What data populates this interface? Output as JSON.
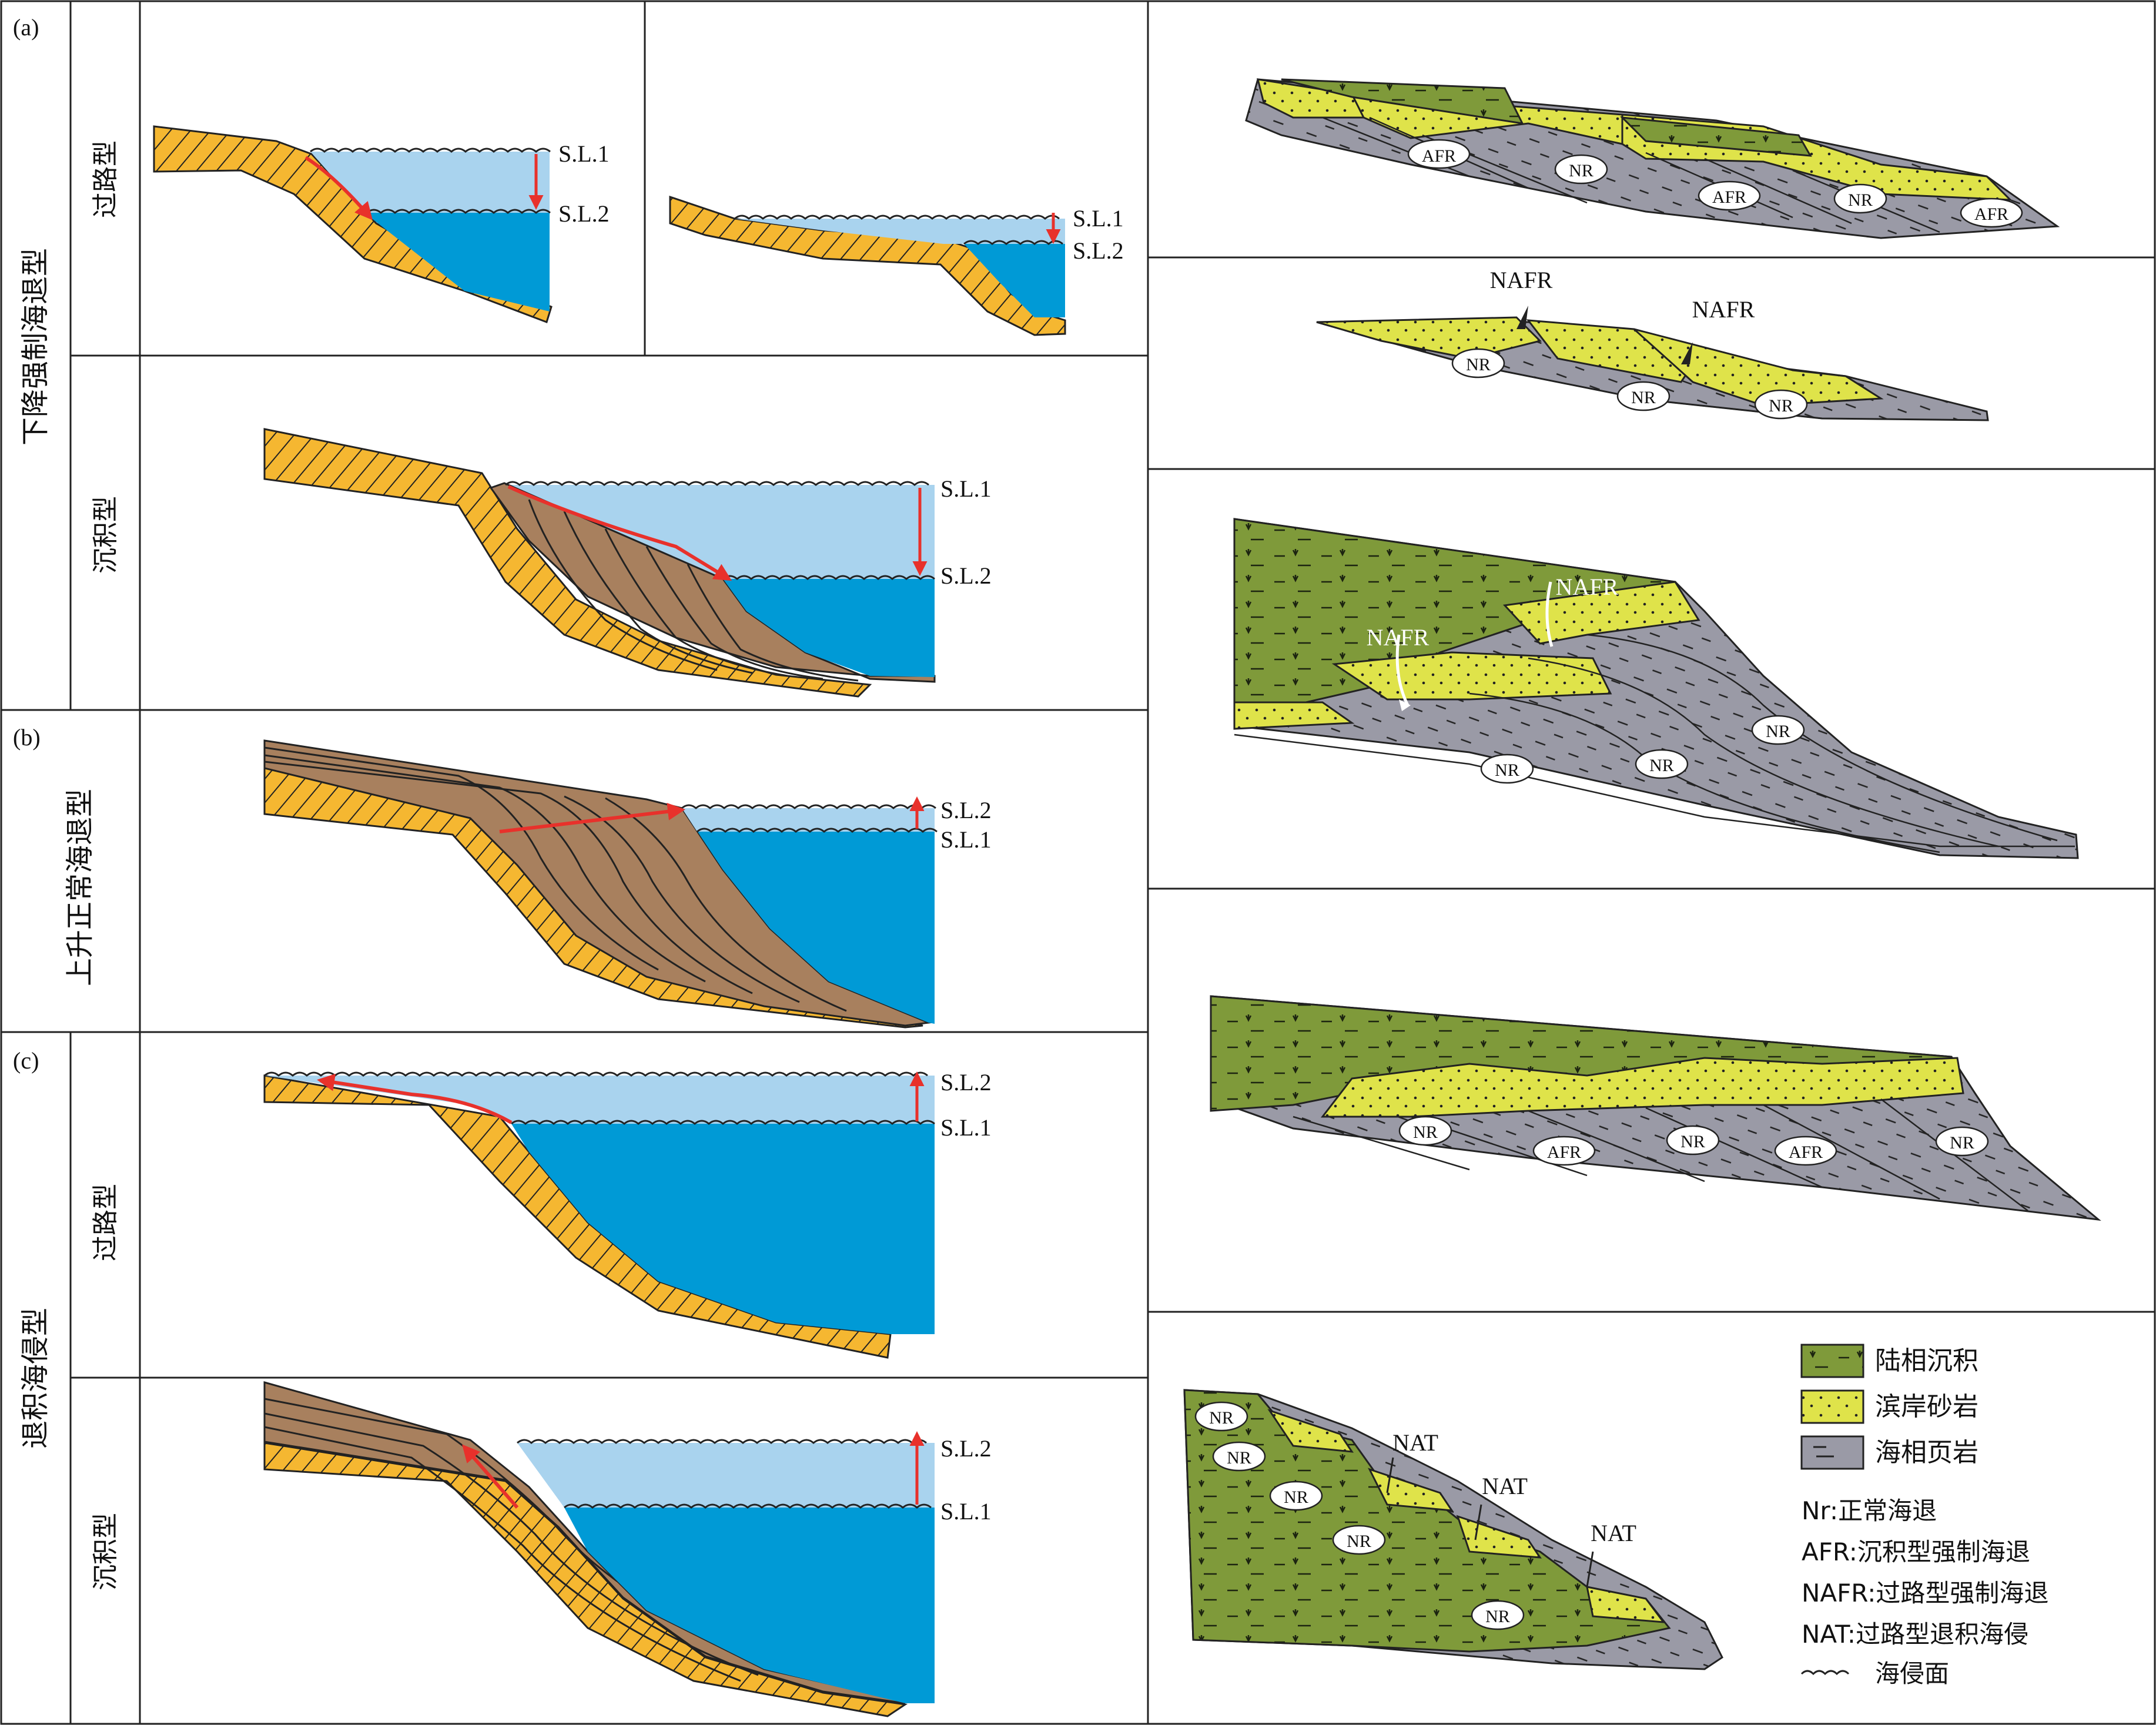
{
  "groups": [
    {
      "id": "a",
      "label": "(a)",
      "title": "下降强制海退型",
      "rows": [
        "过路型",
        "沉积型"
      ]
    },
    {
      "id": "b",
      "label": "(b)",
      "title": "上升正常海退型",
      "rows": []
    },
    {
      "id": "c",
      "label": "(c)",
      "title": "退积海侵型",
      "rows": [
        "过路型",
        "沉积型"
      ]
    }
  ],
  "sea_levels": {
    "sl1": "S.L.1",
    "sl2": "S.L.2"
  },
  "facies_labels": {
    "nr": "NR",
    "afr": "AFR",
    "nafr": "NAFR",
    "nat": "NAT"
  },
  "legend": {
    "swatches": [
      {
        "label": "陆相沉积",
        "color": "#7f9a3a",
        "pattern": "terrestrial"
      },
      {
        "label": "滨岸砂岩",
        "color": "#dfe34a",
        "pattern": "sand"
      },
      {
        "label": "海相页岩",
        "color": "#9a9aa6",
        "pattern": "shale"
      }
    ],
    "notes": [
      "Nr:正常海退",
      "AFR:沉积型强制海退",
      "NAFR:过路型强制海退",
      "NAT:过路型退积海侵"
    ],
    "surface_label": "海侵面"
  },
  "colors": {
    "hatch_fill": "#f5b731",
    "light_water": "#a9d3ee",
    "deep_water": "#009ad6",
    "sediment": "#a8805e",
    "arrow": "#e8312b",
    "terrestrial": "#7f9a3a",
    "sand": "#dfe34a",
    "shale": "#9a9aa6"
  }
}
